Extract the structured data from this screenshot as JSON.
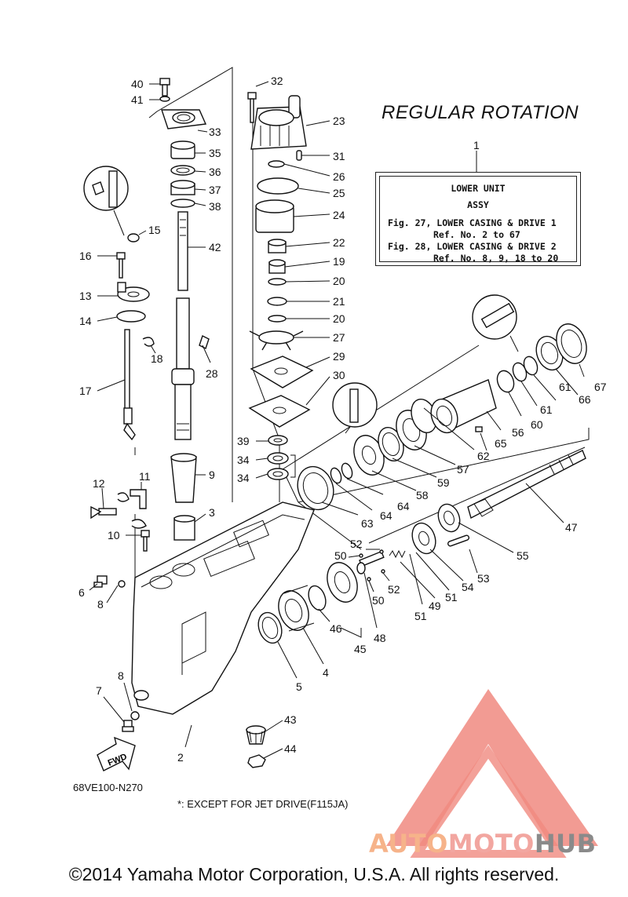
{
  "title": "REGULAR ROTATION",
  "info_box": {
    "line1": "LOWER UNIT",
    "line2": "ASSY",
    "ref1": "Fig. 27, LOWER CASING & DRIVE 1",
    "ref1b": "Ref. No. 2 to 67",
    "ref2": "Fig. 28, LOWER CASING & DRIVE 2",
    "ref2b": "Ref. No. 8, 9, 18 to 20"
  },
  "diagram_code": "68VE100-N270",
  "footnote": "*: EXCEPT FOR JET DRIVE(F115JA)",
  "fwd_label": "FWD",
  "copyright": "©2014 Yamaha Motor Corporation, U.S.A. All rights reserved.",
  "watermark": {
    "part1": "AUTO",
    "part2": "MOTO",
    "part3": "HUB"
  },
  "colors": {
    "watermark_red": "#f08a80",
    "watermark_orange": "#f6b38a",
    "watermark_gray": "#8a8a8a"
  },
  "callouts": [
    {
      "id": "c40",
      "text": "40"
    },
    {
      "id": "c41",
      "text": "41"
    },
    {
      "id": "c33",
      "text": "33"
    },
    {
      "id": "c35",
      "text": "35"
    },
    {
      "id": "c36",
      "text": "36"
    },
    {
      "id": "c37",
      "text": "37"
    },
    {
      "id": "c38",
      "text": "38"
    },
    {
      "id": "c42",
      "text": "42"
    },
    {
      "id": "c32",
      "text": "32"
    },
    {
      "id": "c23",
      "text": "23"
    },
    {
      "id": "c31",
      "text": "31"
    },
    {
      "id": "c26",
      "text": "26"
    },
    {
      "id": "c25",
      "text": "25"
    },
    {
      "id": "c24",
      "text": "24"
    },
    {
      "id": "c22",
      "text": "22"
    },
    {
      "id": "c19",
      "text": "19"
    },
    {
      "id": "c20a",
      "text": "20"
    },
    {
      "id": "c21",
      "text": "21"
    },
    {
      "id": "c20b",
      "text": "20"
    },
    {
      "id": "c27",
      "text": "27"
    },
    {
      "id": "c29",
      "text": "29"
    },
    {
      "id": "c30",
      "text": "30"
    },
    {
      "id": "c39",
      "text": "39"
    },
    {
      "id": "c34a",
      "text": "34"
    },
    {
      "id": "c34b",
      "text": "34"
    },
    {
      "id": "c15",
      "text": "15"
    },
    {
      "id": "c16",
      "text": "16"
    },
    {
      "id": "c13",
      "text": "13"
    },
    {
      "id": "c14",
      "text": "14"
    },
    {
      "id": "c18",
      "text": "18"
    },
    {
      "id": "c28",
      "text": "28"
    },
    {
      "id": "c17",
      "text": "17"
    },
    {
      "id": "c9",
      "text": "9"
    },
    {
      "id": "c12",
      "text": "12"
    },
    {
      "id": "c11",
      "text": "11"
    },
    {
      "id": "c3",
      "text": "3"
    },
    {
      "id": "c10",
      "text": "10"
    },
    {
      "id": "c6",
      "text": "6"
    },
    {
      "id": "c8a",
      "text": "8"
    },
    {
      "id": "c8b",
      "text": "8"
    },
    {
      "id": "c7",
      "text": "7"
    },
    {
      "id": "c2",
      "text": "2"
    },
    {
      "id": "c1",
      "text": "1"
    },
    {
      "id": "c67",
      "text": "67"
    },
    {
      "id": "c66",
      "text": "66"
    },
    {
      "id": "c61a",
      "text": "61"
    },
    {
      "id": "c61b",
      "text": "61"
    },
    {
      "id": "c60",
      "text": "60"
    },
    {
      "id": "c56",
      "text": "56"
    },
    {
      "id": "c65",
      "text": "65"
    },
    {
      "id": "c62",
      "text": "62"
    },
    {
      "id": "c57",
      "text": "57"
    },
    {
      "id": "c59",
      "text": "59"
    },
    {
      "id": "c58",
      "text": "58"
    },
    {
      "id": "c64a",
      "text": "64"
    },
    {
      "id": "c64b",
      "text": "64"
    },
    {
      "id": "c63",
      "text": "63"
    },
    {
      "id": "c47",
      "text": "47"
    },
    {
      "id": "c55",
      "text": "55"
    },
    {
      "id": "c53",
      "text": "53"
    },
    {
      "id": "c54",
      "text": "54"
    },
    {
      "id": "c51a",
      "text": "51"
    },
    {
      "id": "c51b",
      "text": "51"
    },
    {
      "id": "c49",
      "text": "49"
    },
    {
      "id": "c52a",
      "text": "52"
    },
    {
      "id": "c52b",
      "text": "52"
    },
    {
      "id": "c50a",
      "text": "50"
    },
    {
      "id": "c50b",
      "text": "50"
    },
    {
      "id": "c48",
      "text": "48"
    },
    {
      "id": "c46",
      "text": "46"
    },
    {
      "id": "c45",
      "text": "45"
    },
    {
      "id": "c4",
      "text": "4"
    },
    {
      "id": "c5",
      "text": "5"
    },
    {
      "id": "c43",
      "text": "43"
    },
    {
      "id": "c44",
      "text": "44"
    }
  ]
}
